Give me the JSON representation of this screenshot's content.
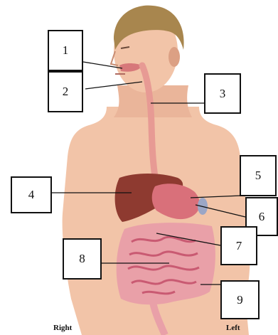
{
  "diagram": {
    "labels": [
      {
        "id": "1",
        "text": "1"
      },
      {
        "id": "2",
        "text": "2"
      },
      {
        "id": "3",
        "text": "3"
      },
      {
        "id": "4",
        "text": "4"
      },
      {
        "id": "5",
        "text": "5"
      },
      {
        "id": "6",
        "text": "6"
      },
      {
        "id": "7",
        "text": "7"
      },
      {
        "id": "8",
        "text": "8"
      },
      {
        "id": "9",
        "text": "9"
      }
    ],
    "side_labels": {
      "right": "Right",
      "left": "Left"
    },
    "colors": {
      "skin": "#f2c4a8",
      "skin_shadow": "#dca084",
      "hair": "#a8864e",
      "liver": "#8e3a30",
      "stomach": "#d9707a",
      "intestine": "#e07f95",
      "large_intestine": "#e9a0a8",
      "esophagus": "#e79a94",
      "gallbladder": "#e6a12a",
      "leader_line": "#111111"
    }
  }
}
